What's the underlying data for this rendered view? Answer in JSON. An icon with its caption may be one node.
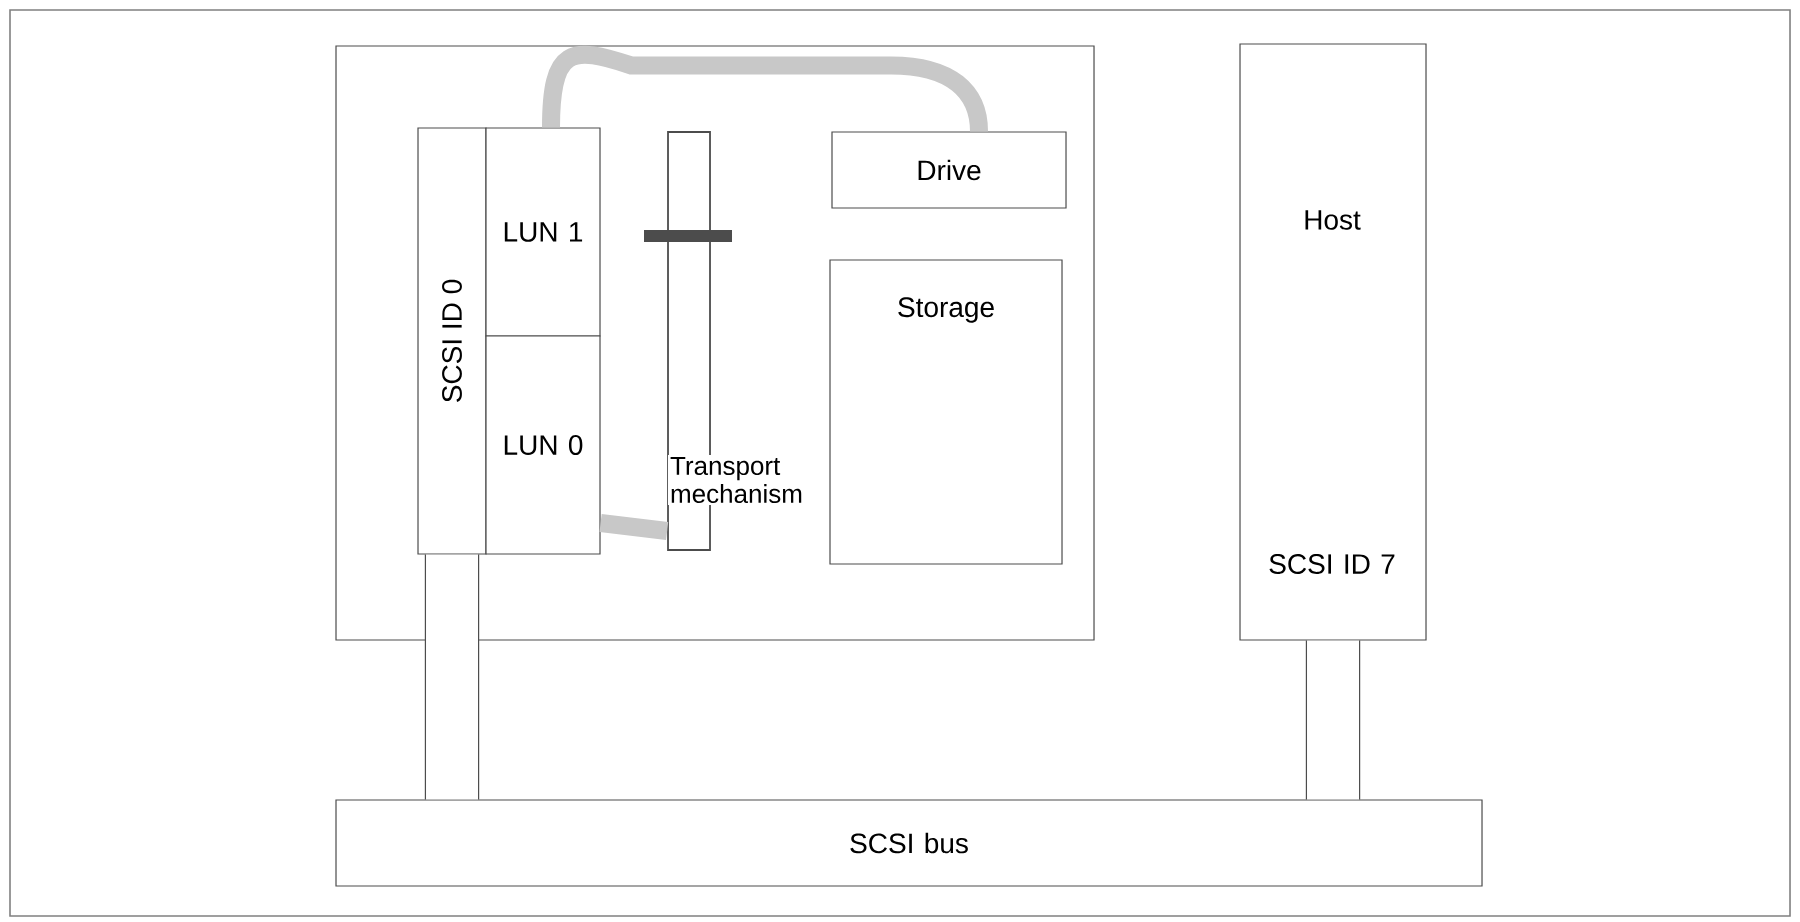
{
  "diagram": {
    "nodes": [
      {
        "text": [],
        "shape": "box"
      },
      {
        "text": [
          "SCSI ID 0"
        ],
        "in": 0
      },
      {
        "text": [
          "LUN 1"
        ],
        "in": 0
      },
      {
        "text": [
          "LUN 0"
        ],
        "in": 0
      },
      {
        "text": [],
        "shape": "bar",
        "in": 0,
        "beside": [
          "Transport mechanism"
        ]
      },
      {
        "text": [
          "Drive"
        ],
        "in": 0
      },
      {
        "text": [
          "Storage"
        ],
        "in": 0
      },
      {
        "text": [
          "Host",
          "SCSI ID 7"
        ]
      },
      {
        "text": [
          "SCSI bus"
        ]
      }
    ],
    "edges": [
      {
        "from": 2,
        "to": 5,
        "arrow": "none",
        "color": "#c8c8c8"
      },
      {
        "from": 3,
        "to": 4,
        "arrow": "none",
        "color": "#c8c8c8"
      },
      {
        "from": 1,
        "to": 8,
        "arrow": "none",
        "style": "thick",
        "color": "#4c4c4c"
      },
      {
        "from": 7,
        "to": 8,
        "arrow": "none",
        "style": "thick",
        "color": "#4c4c4c"
      }
    ]
  }
}
